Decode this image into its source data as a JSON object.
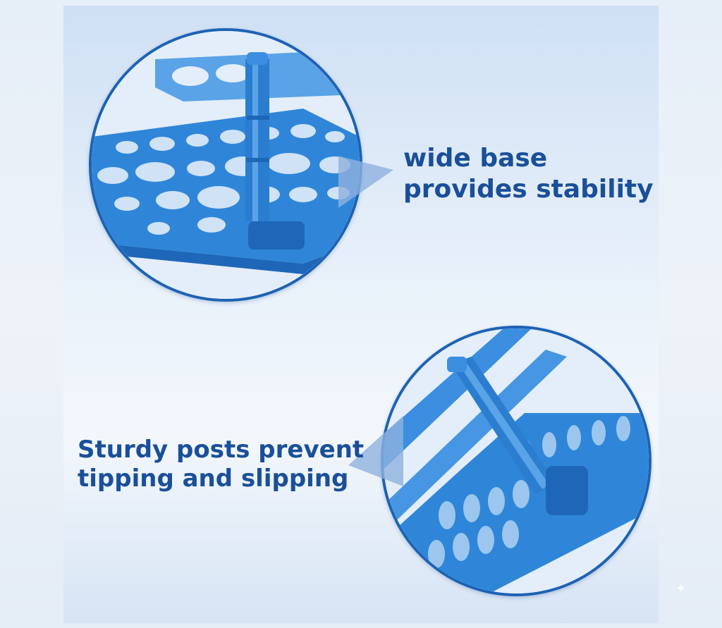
{
  "callouts": [
    {
      "lines": [
        "wide base",
        "provides stability"
      ]
    },
    {
      "lines": [
        "Sturdy posts prevent",
        "tipping and slipping"
      ]
    }
  ],
  "colors": {
    "caption": "#1a4f99",
    "rack_blue": "#2f86d8",
    "rack_dark": "#1e66b8",
    "circle_border": "#1d62b4"
  },
  "icons": [
    "sparkle-icon"
  ]
}
